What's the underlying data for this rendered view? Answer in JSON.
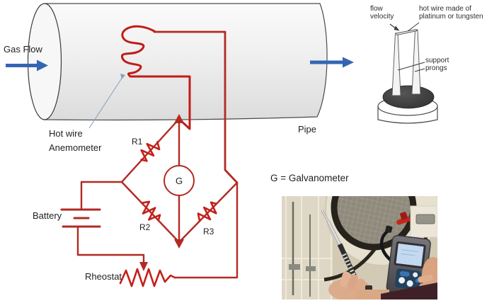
{
  "colors": {
    "circuit_red": "#b12a23",
    "coil_red": "#c11b17",
    "arrow_blue": "#3465b4",
    "pipe_outline": "#444444",
    "meter_screen_blue": "#c3d9f0"
  },
  "pipe_section": {
    "gas_flow_label": "Gas Flow",
    "pipe_label": "Pipe"
  },
  "circuit": {
    "hot_wire_label_line1": "Hot wire",
    "hot_wire_label_line2": "Anemometer",
    "r1_label": "R1",
    "r2_label": "R2",
    "r3_label": "R3",
    "galvanometer_symbol": "G",
    "battery_label": "Battery",
    "rheostat_label": "Rheostat",
    "galvanometer_note": "G = Galvanometer"
  },
  "probe_detail": {
    "flow_velocity_label_line1": "flow",
    "flow_velocity_label_line2": "velocity",
    "hot_wire_material_label_line1": "hot wire made of",
    "hot_wire_material_label_line2": "platinum or tungsten",
    "support_prongs_label_line1": "support",
    "support_prongs_label_line2": "prongs"
  }
}
